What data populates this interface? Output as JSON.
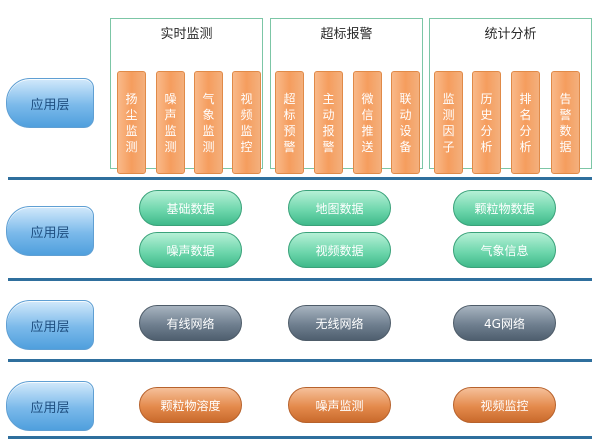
{
  "layers": {
    "application": {
      "label": "应用层",
      "groups": [
        {
          "title": "实时监测",
          "items": [
            "扬尘监测",
            "噪声监测",
            "气象监测",
            "视频监控"
          ]
        },
        {
          "title": "超标报警",
          "items": [
            "超标预警",
            "主动报警",
            "微信推送",
            "联动设备"
          ]
        },
        {
          "title": "统计分析",
          "items": [
            "监测因子",
            "历史分析",
            "排名分析",
            "告警数据"
          ]
        }
      ]
    },
    "data": {
      "label": "应用层",
      "items": [
        "基础数据",
        "地图数据",
        "颗粒物数据",
        "噪声数据",
        "视频数据",
        "气象信息"
      ]
    },
    "network": {
      "label": "应用层",
      "items": [
        "有线网络",
        "无线网络",
        "4G网络"
      ]
    },
    "sensing": {
      "label": "应用层",
      "items": [
        "颗粒物溶度",
        "噪声监测",
        "视频监控"
      ]
    }
  },
  "colors": {
    "divider": "#2f6f9d",
    "group_border": "#7cc6a6",
    "orange_card": "#f59d5e",
    "green_pill": "#4fc595",
    "gray_pill": "#65768a",
    "orange_pill": "#d9773a",
    "side_pill": "#6fb3e8"
  }
}
